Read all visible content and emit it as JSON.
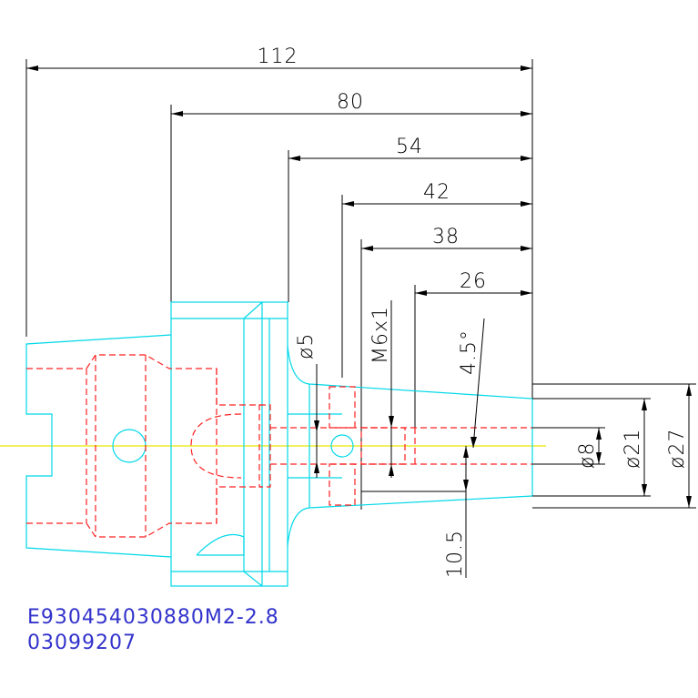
{
  "drawing": {
    "dimensions": {
      "len_112": "112",
      "len_80": "80",
      "len_54": "54",
      "len_42": "42",
      "len_38": "38",
      "len_26": "26",
      "dia_5": "ø5",
      "thread": "M6x1",
      "angle": "4.5°",
      "dia_8": "ø8",
      "dia_21": "ø21",
      "dia_27": "ø27",
      "len_10_5": "10.5"
    },
    "part_number": "E930454030880M2-2.8",
    "serial_number": "03099207",
    "colors": {
      "outline": "#00d8e8",
      "hidden": "#ff2020",
      "dimension": "#000000",
      "centerline": "#e8e800",
      "label": "#3333cc"
    }
  }
}
